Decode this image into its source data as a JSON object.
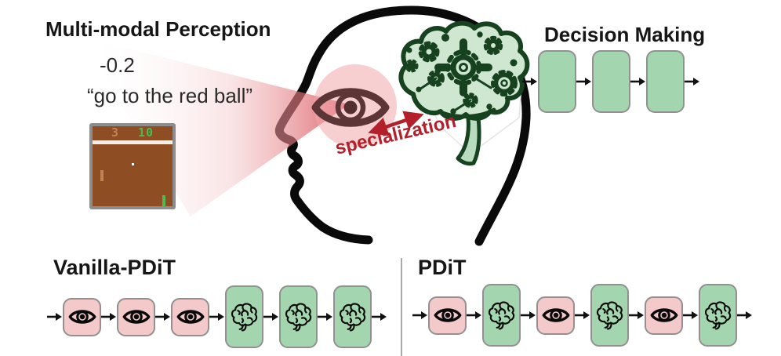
{
  "perception": {
    "title": "Multi-modal Perception",
    "reward_value": "-0.2",
    "instruction": "“go to the red ball”",
    "game": {
      "score_left": "3",
      "score_right": "10"
    }
  },
  "head": {
    "specialization_label": "specialization"
  },
  "decision_making": {
    "title": "Decision Making",
    "sequence": [
      "decision",
      "decision",
      "decision"
    ]
  },
  "vanilla_pdit": {
    "title": "Vanilla-PDiT",
    "sequence": [
      "perception",
      "perception",
      "perception",
      "decision",
      "decision",
      "decision"
    ]
  },
  "pdit": {
    "title": "PDiT",
    "sequence": [
      "perception",
      "decision",
      "perception",
      "decision",
      "perception",
      "decision"
    ]
  },
  "colors": {
    "perception_block": "#f3c9c9",
    "decision_block": "#a3d6ae",
    "accent_red": "#b3202a",
    "brain_fill": "#cfe7d1",
    "brain_outline": "#17421f",
    "eye_maroon": "#5c3636",
    "game_field": "#8f4d24",
    "game_orange": "#c08552",
    "game_green": "#4fba4f"
  }
}
